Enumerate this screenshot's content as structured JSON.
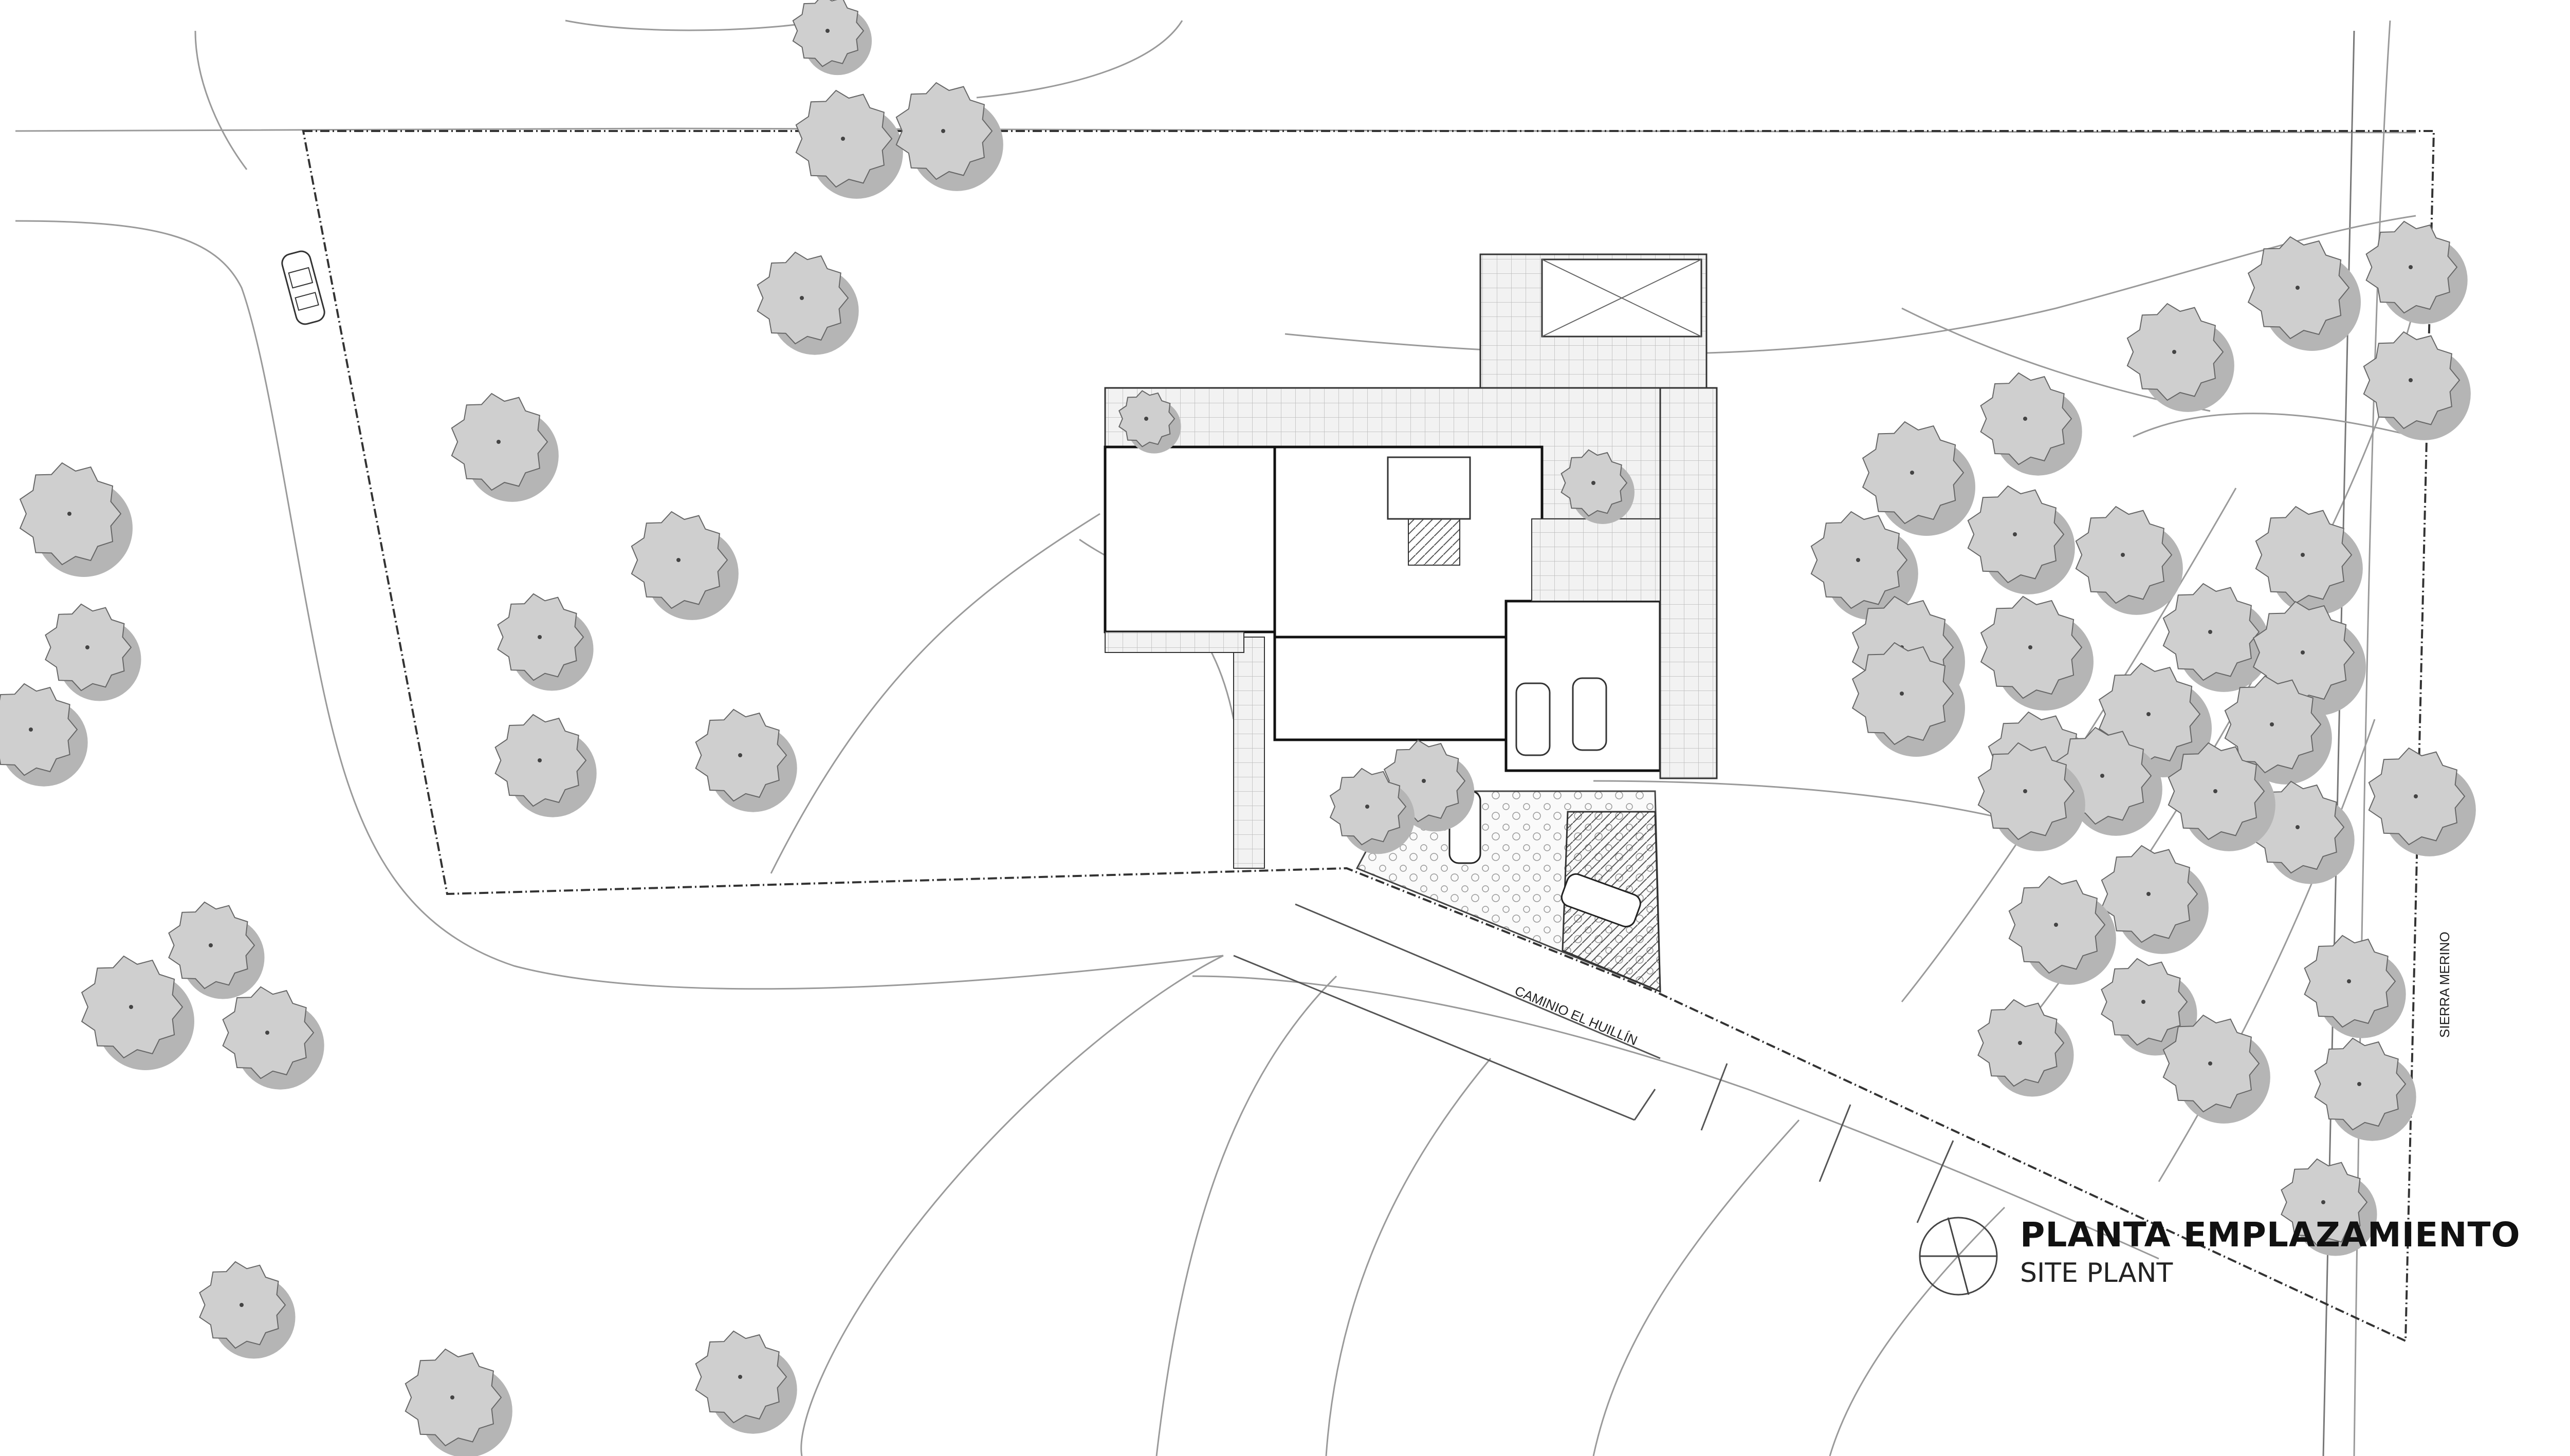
{
  "title": {
    "main": "PLANTA EMPLAZAMIENTO",
    "sub": "SITE PLANT"
  },
  "roads": {
    "camino": "CAMINIO EL HUILLÍN",
    "sierra": "SIERRA MERINO"
  },
  "colors": {
    "tree_fill": "#cfcfcf",
    "tree_shadow": "#b5b5b5",
    "line": "#333333",
    "contour": "#9a9a9a",
    "paving": "#d9d9d9",
    "dark_hatch": "#777777"
  }
}
